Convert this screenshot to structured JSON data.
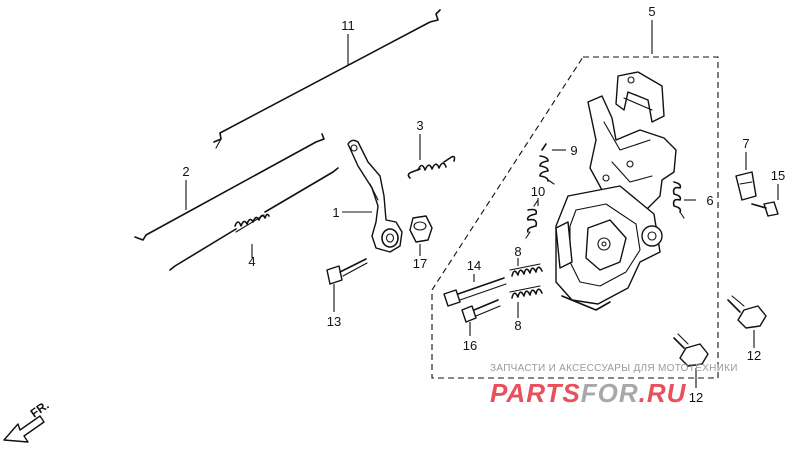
{
  "callouts": {
    "c1": "1",
    "c2": "2",
    "c3": "3",
    "c4": "4",
    "c5": "5",
    "c6": "6",
    "c7": "7",
    "c8a": "8",
    "c8b": "8",
    "c9": "9",
    "c10": "10",
    "c11": "11",
    "c12a": "12",
    "c12b": "12",
    "c13": "13",
    "c14": "14",
    "c15": "15",
    "c16": "16",
    "c17": "17"
  },
  "direction_label": "FR.",
  "watermark": {
    "caption": "ЗАПЧАСТИ И АКСЕССУАРЫ ДЛЯ МОТОТЕХНИКИ",
    "brand_part1": "PARTS",
    "brand_part2": "FOR",
    "brand_part3": ".RU",
    "brand_color": "#e8505b",
    "accent_color": "#a8a8a8"
  }
}
